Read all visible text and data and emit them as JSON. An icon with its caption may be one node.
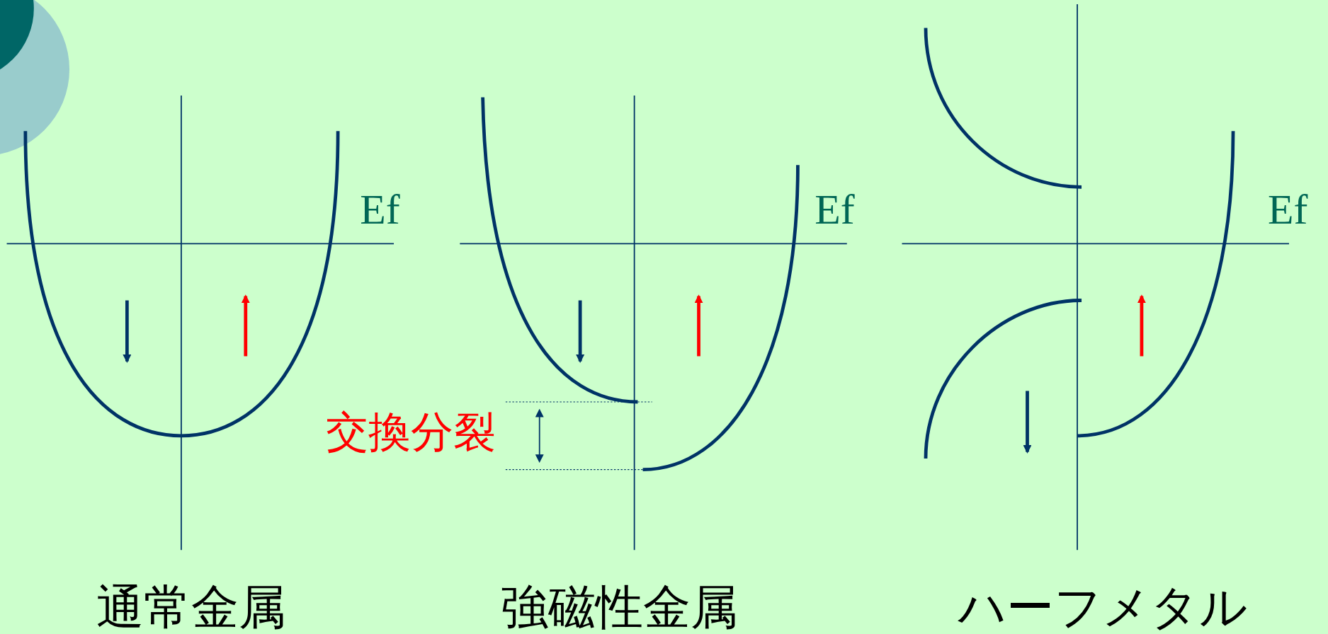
{
  "diagram": {
    "labels": [
      "Ef",
      "Ef",
      "Ef",
      "交換分裂",
      "通常金属",
      "強磁性金属",
      "ハーフメタル"
    ]
  }
}
